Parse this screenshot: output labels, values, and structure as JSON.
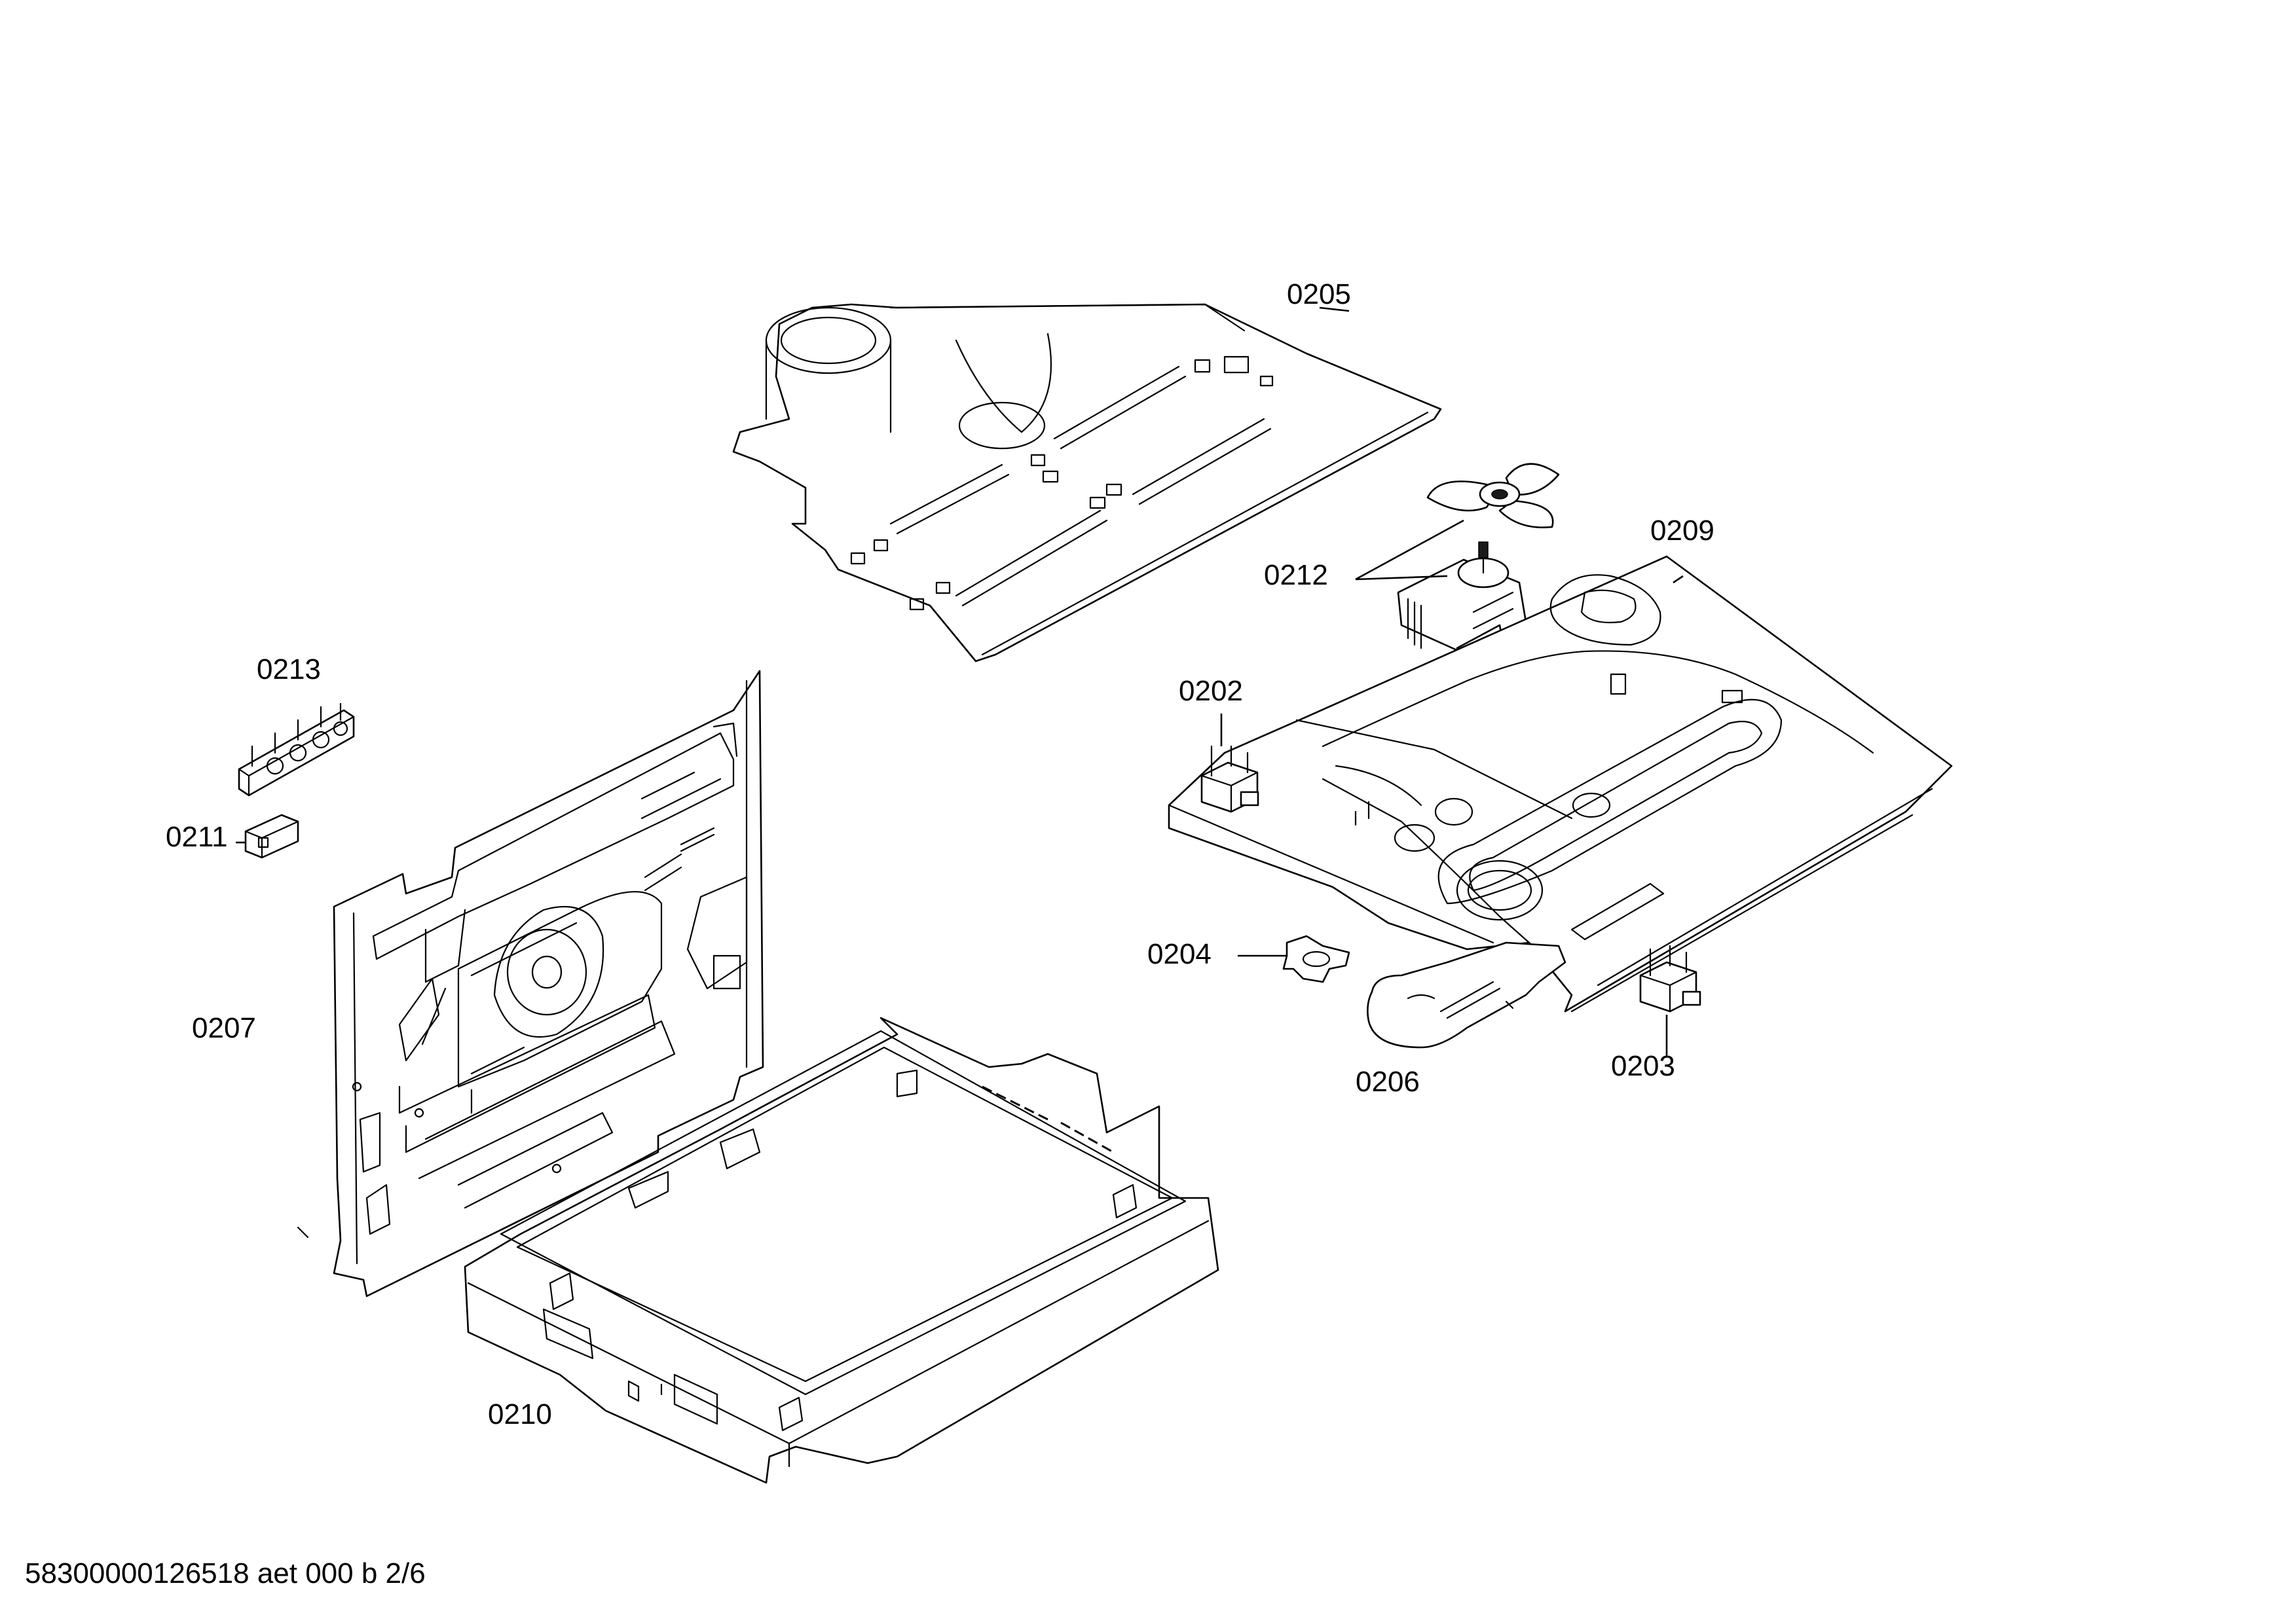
{
  "callouts": {
    "c0202": "0202",
    "c0203": "0203",
    "c0204": "0204",
    "c0205": "0205",
    "c0206": "0206",
    "c0207": "0207",
    "c0209": "0209",
    "c0210": "0210",
    "c0211": "0211",
    "c0212": "0212",
    "c0213": "0213"
  },
  "footer": {
    "document_reference": "58300000126518 aet 000 b 2/6"
  },
  "colors": {
    "line": "#000000",
    "background": "#ffffff"
  }
}
